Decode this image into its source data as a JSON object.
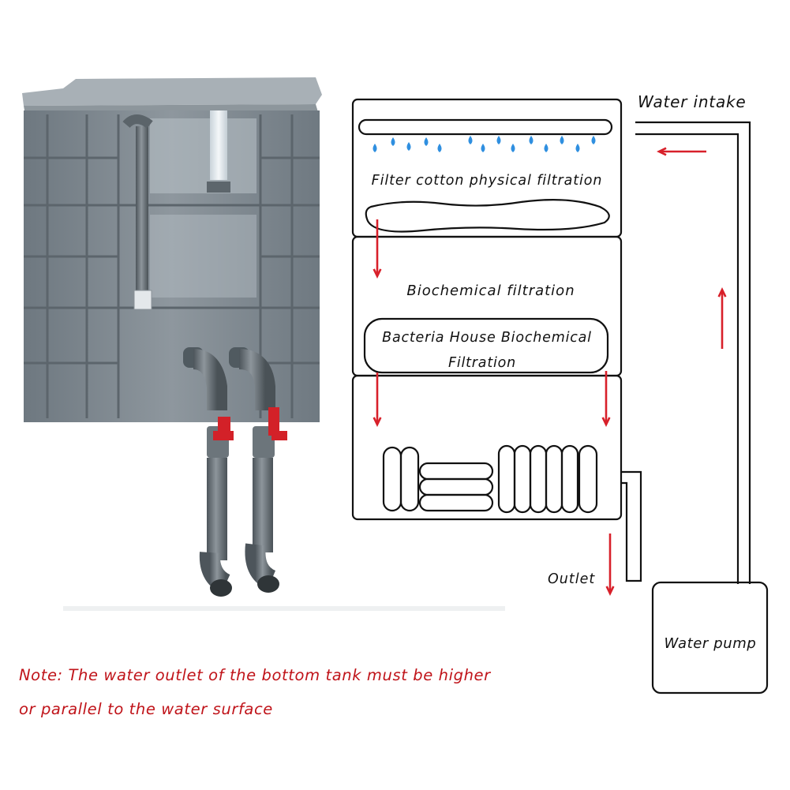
{
  "diagram": {
    "labels": {
      "water_intake": "Water intake",
      "filter_cotton": "Filter cotton physical filtration",
      "biochemical": "Biochemical filtration",
      "bacteria_house_line1": "Bacteria House Biochemical",
      "bacteria_house_line2": "Filtration",
      "outlet": "Outlet",
      "water_pump": "Water pump"
    },
    "colors": {
      "arrow": "#d8202a",
      "water_drop": "#2f8fe0",
      "outline": "#111111",
      "tank_body": "#7f8a93",
      "valve": "#d32128"
    }
  },
  "note": {
    "line1": "Note: The water outlet of the bottom tank must be higher",
    "line2": "or parallel to the water surface",
    "color": "#c0141a"
  }
}
